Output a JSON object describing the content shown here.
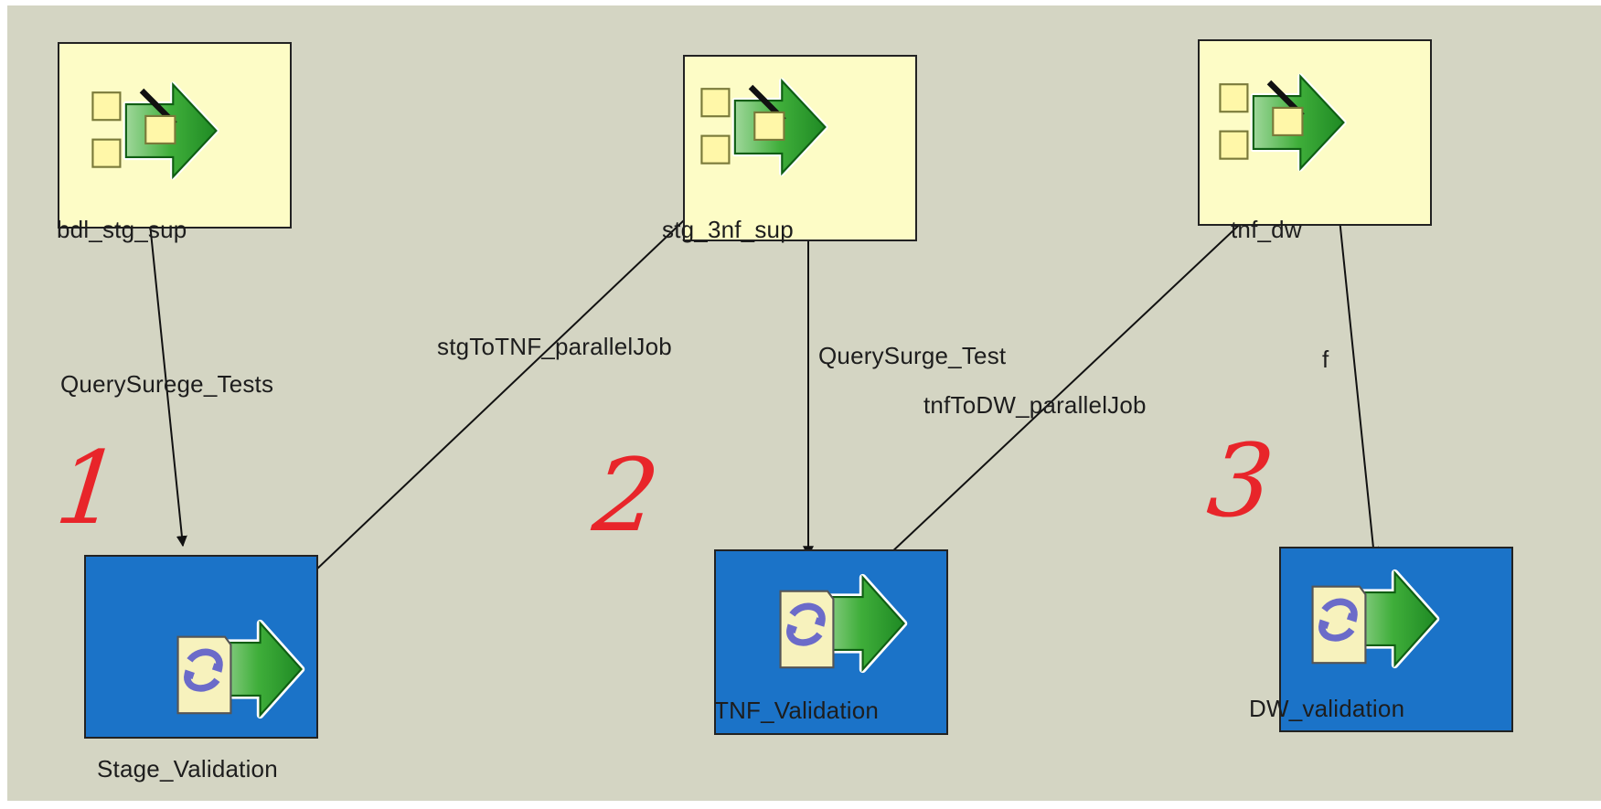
{
  "colors": {
    "canvas": "#d4d5c3",
    "sequence_node": "#fdfcc6",
    "job_node": "#1b73c8",
    "link": "#111111",
    "annotation": "#e8252a"
  },
  "nodes": [
    {
      "id": "n1",
      "label": "bdl_stg_sup",
      "kind": "sequence",
      "icon": "sequence-job-icon"
    },
    {
      "id": "n2",
      "label": "stg_3nf_sup",
      "kind": "sequence",
      "icon": "sequence-job-icon"
    },
    {
      "id": "n3",
      "label": "tnf_dw",
      "kind": "sequence",
      "icon": "sequence-job-icon"
    },
    {
      "id": "n4",
      "label": "Stage_Validation",
      "kind": "job",
      "icon": "validation-job-icon"
    },
    {
      "id": "n5",
      "label": "TNF_Validation",
      "kind": "job",
      "icon": "validation-job-icon"
    },
    {
      "id": "n6",
      "label": "DW_validation",
      "kind": "job",
      "icon": "validation-job-icon"
    }
  ],
  "links": [
    {
      "label": "QuerySurege_Tests",
      "from": "bdl_stg_sup",
      "to": "Stage_Validation"
    },
    {
      "label": "stgToTNF_parallelJob",
      "from": "Stage_Validation",
      "to": "stg_3nf_sup"
    },
    {
      "label": "QuerySurge_Test",
      "from": "stg_3nf_sup",
      "to": "TNF_Validation"
    },
    {
      "label": "tnfToDW_parallelJob",
      "from": "TNF_Validation",
      "to": "tnf_dw"
    },
    {
      "label": "f",
      "from": "tnf_dw",
      "to": "DW_validation"
    }
  ],
  "annotations": [
    "1",
    "2",
    "3"
  ]
}
